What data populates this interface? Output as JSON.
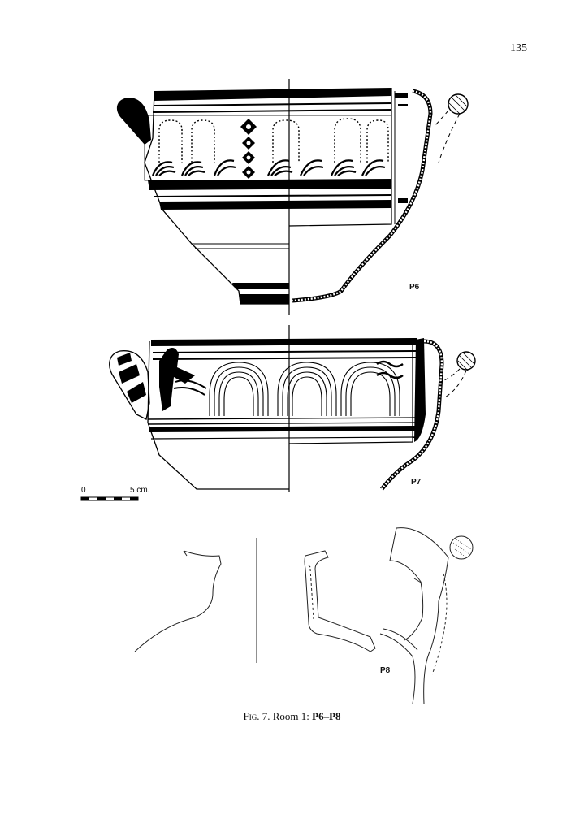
{
  "page": {
    "number": "135"
  },
  "figures": {
    "p6_label": "P6",
    "p7_label": "P7",
    "p8_label": "P8"
  },
  "scale_bar": {
    "zero_label": "0",
    "length_label": "5 cm."
  },
  "caption": {
    "fig_label": "Fig. 7.",
    "room_text": "Room 1:",
    "ids": "P6–P8"
  }
}
